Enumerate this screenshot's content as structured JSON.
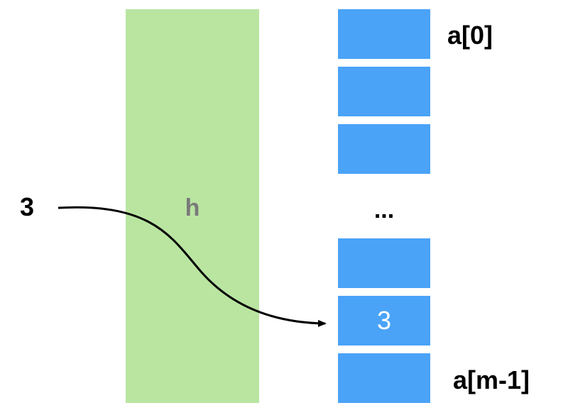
{
  "input": {
    "value": "3"
  },
  "hash": {
    "label": "h"
  },
  "array": {
    "first_label": "a[0]",
    "last_label": "a[m-1]",
    "ellipsis": "...",
    "slots": [
      {
        "value": ""
      },
      {
        "value": ""
      },
      {
        "value": ""
      },
      {
        "value": ""
      },
      {
        "value": "3"
      },
      {
        "value": ""
      }
    ]
  },
  "colors": {
    "hash_block": "#b9e5a1",
    "slot": "#4aa3f7",
    "slot_text": "#ffffff",
    "hash_text": "#7a7a7a"
  }
}
